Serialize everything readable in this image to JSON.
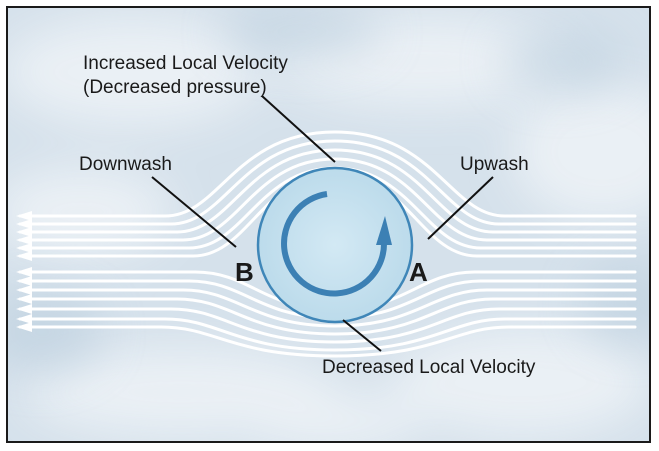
{
  "labels": {
    "top_line1": "Increased Local Velocity",
    "top_line2": "(Decreased pressure)",
    "downwash": "Downwash",
    "upwash": "Upwash",
    "point_b": "B",
    "point_a": "A",
    "bottom": "Decreased Local Velocity"
  },
  "colors": {
    "sky": "#d6e2ec",
    "cloud": "#eef3f6",
    "streamline": "#ffffff",
    "cylinder_fill": "#c5e0ee",
    "cylinder_edge": "#3f86b8",
    "rotation_arrow": "#3c80b4",
    "leader_line": "#111111",
    "border": "#1a1a1a"
  },
  "icons": {
    "rotation": "clockwise-rotation-arrow",
    "flow_direction": "left-arrowhead"
  }
}
